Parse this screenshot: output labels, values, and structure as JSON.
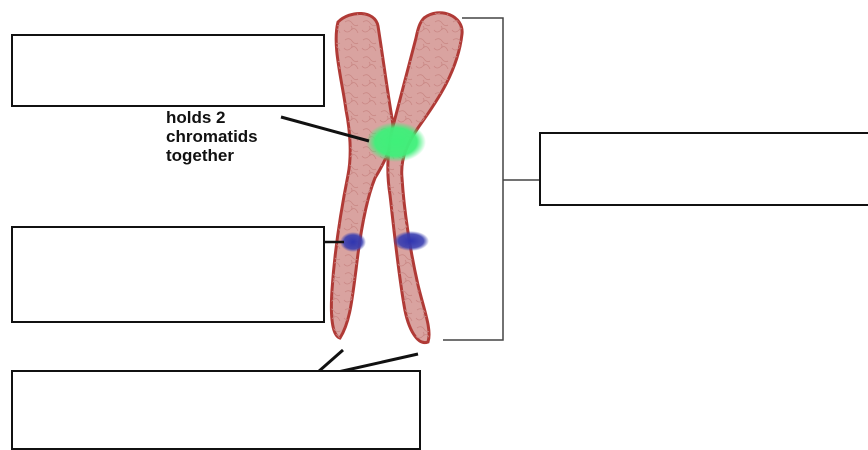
{
  "diagram": {
    "subject": "chromosome",
    "annotation_lines": [
      "holds 2",
      "chromatids",
      "together"
    ],
    "label_boxes": [
      {
        "id": "top-left",
        "text": ""
      },
      {
        "id": "mid-left",
        "text": ""
      },
      {
        "id": "right",
        "text": ""
      },
      {
        "id": "bottom",
        "text": ""
      }
    ],
    "colors": {
      "chromatid_fill": "#d9a3a0",
      "chromatid_outline": "#b03a36",
      "centromere": "#3ff07a",
      "gene_band": "#3a3fb0",
      "line": "#111111"
    }
  }
}
